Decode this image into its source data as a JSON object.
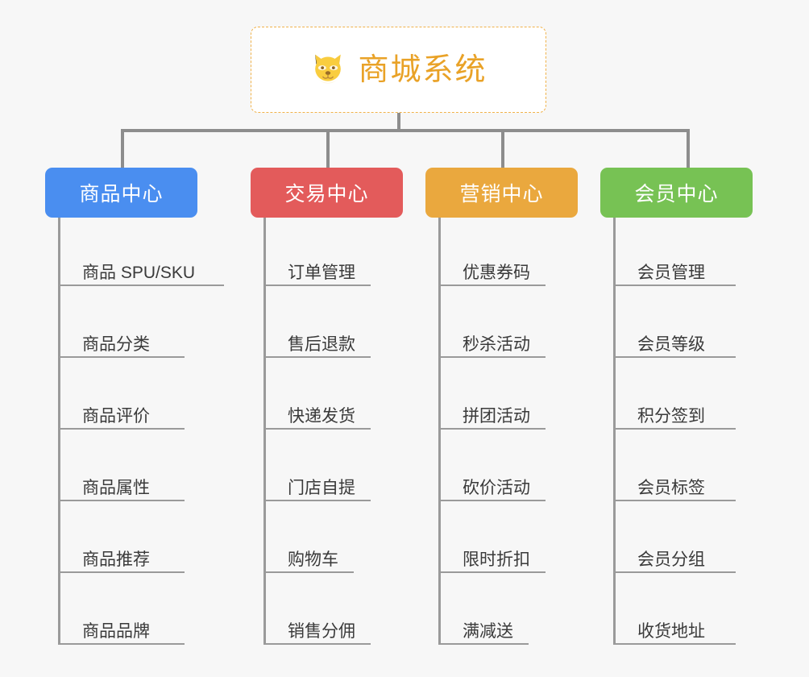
{
  "diagram": {
    "title": "商城系统",
    "background_color": "#f7f7f7",
    "connector_color": "#8d8d8d",
    "root": {
      "label": "商城系统",
      "icon": "shiba-dog-icon",
      "text_color": "#e9a227",
      "border_color": "#f0b24a",
      "background_color": "#ffffff"
    },
    "branches": [
      {
        "label": "商品中心",
        "color": "#4a8ef0",
        "items": [
          "商品 SPU/SKU",
          "商品分类",
          "商品评价",
          "商品属性",
          "商品推荐",
          "商品品牌"
        ]
      },
      {
        "label": "交易中心",
        "color": "#e35b5b",
        "items": [
          "订单管理",
          "售后退款",
          "快递发货",
          "门店自提",
          "购物车",
          "销售分佣"
        ]
      },
      {
        "label": "营销中心",
        "color": "#eaa83e",
        "items": [
          "优惠券码",
          "秒杀活动",
          "拼团活动",
          "砍价活动",
          "限时折扣",
          "满减送"
        ]
      },
      {
        "label": "会员中心",
        "color": "#77c254",
        "items": [
          "会员管理",
          "会员等级",
          "积分签到",
          "会员标签",
          "会员分组",
          "收货地址"
        ]
      }
    ]
  }
}
